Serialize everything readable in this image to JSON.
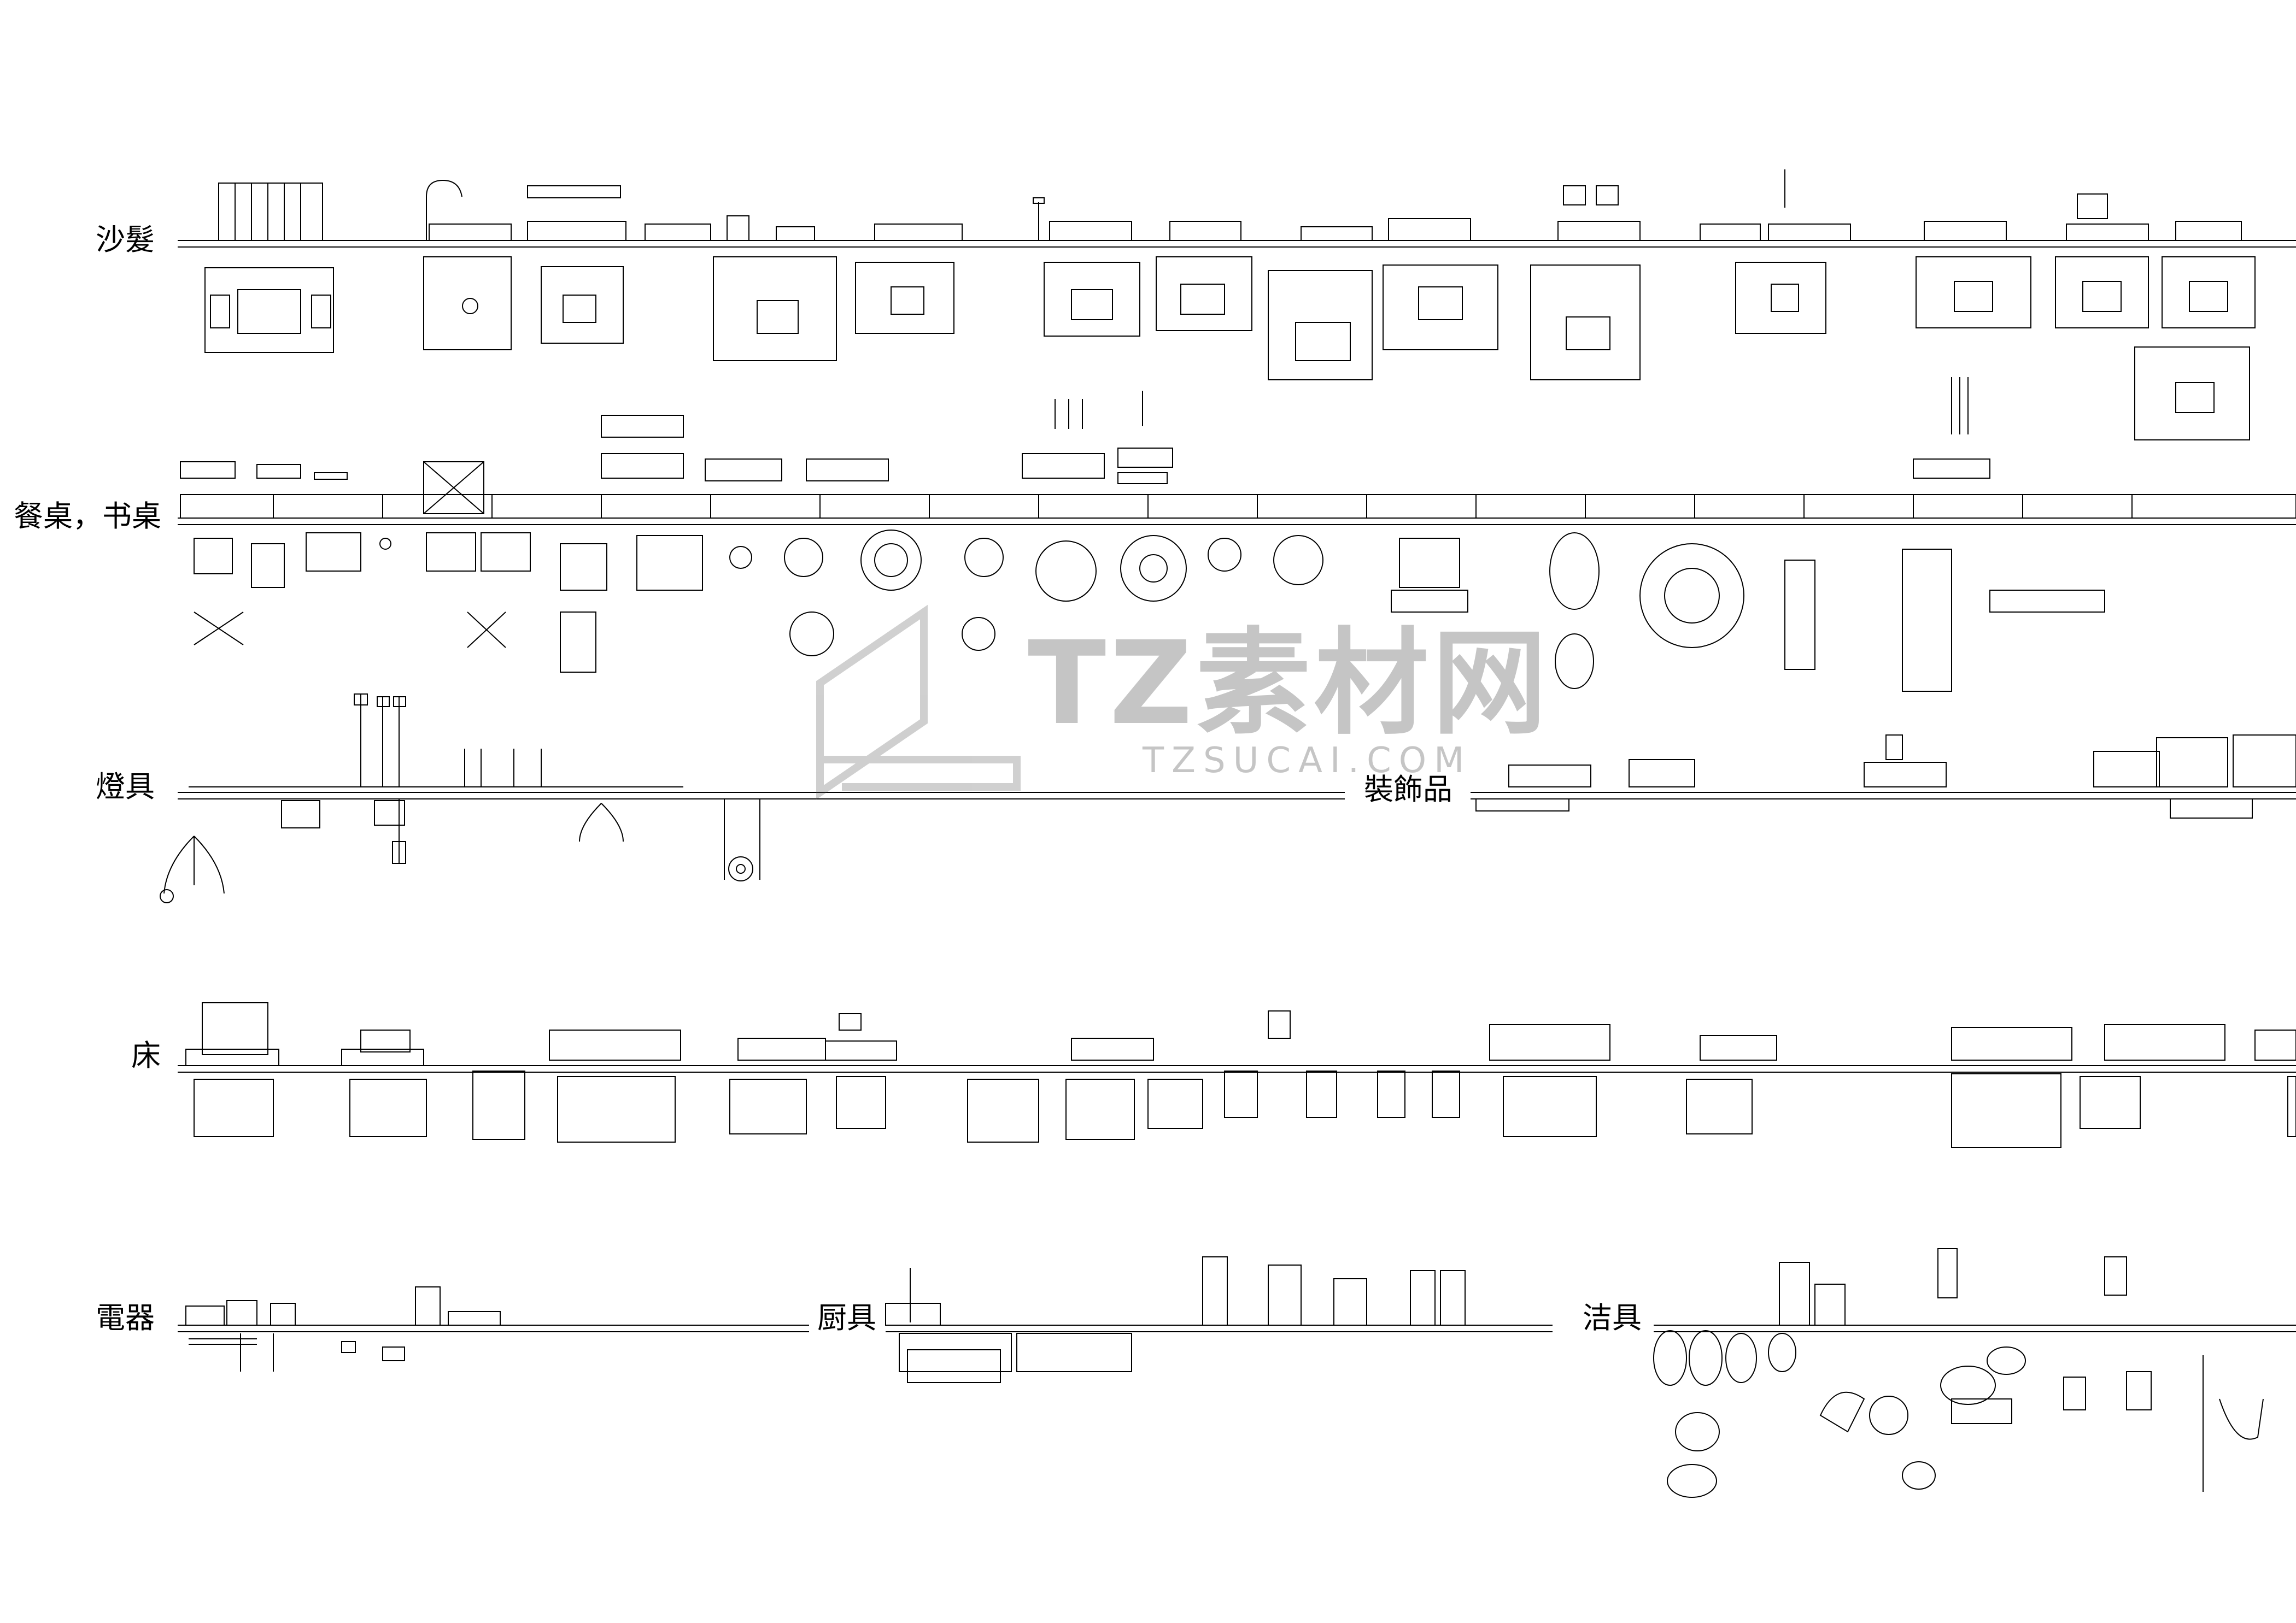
{
  "categories": {
    "sofa": "沙髮",
    "dining": "餐桌，书桌",
    "lamps": "燈具",
    "decor": "裝飾品",
    "bed": "床",
    "appliances": "電器",
    "kitchen": "厨具",
    "sanitary": "洁具"
  },
  "watermark": {
    "brand": "TZ素材网",
    "url": "TZSUCAI.COM"
  },
  "colors": {
    "line": "#000000",
    "background": "#ffffff",
    "watermark": "#555555"
  }
}
